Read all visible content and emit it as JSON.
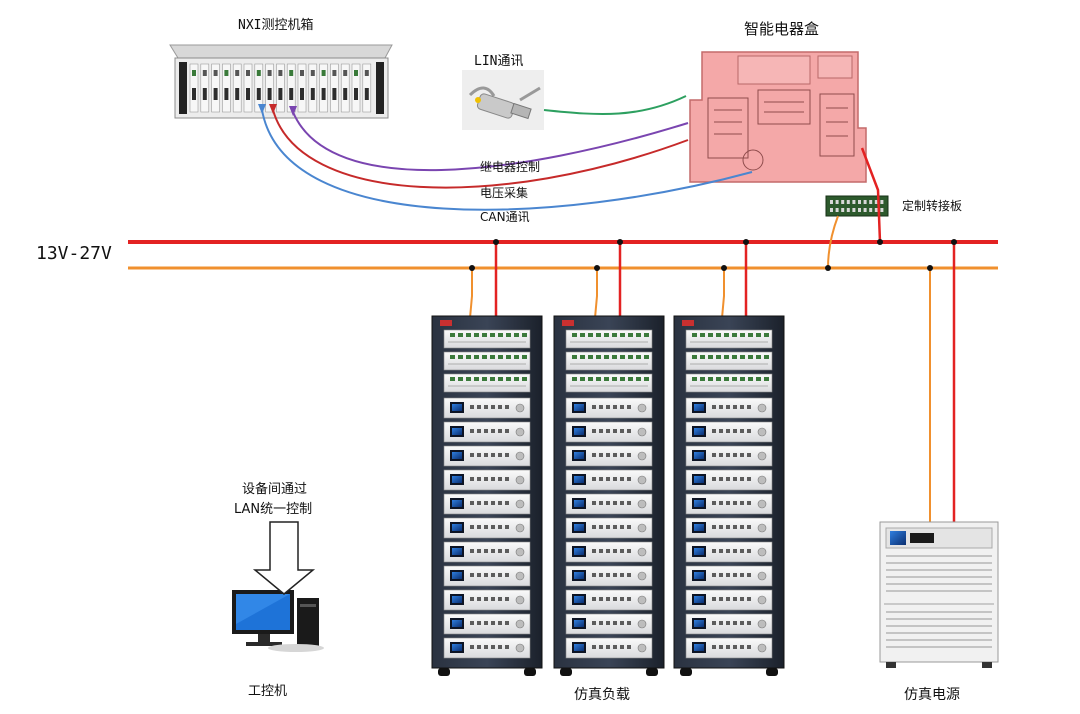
{
  "labels": {
    "nxi_chassis": "NXI测控机箱",
    "lin_comm": "LIN通讯",
    "smart_box": "智能电器盒",
    "relay_control": "继电器控制",
    "voltage_acq": "电压采集",
    "can_comm": "CAN通讯",
    "adapter_board": "定制转接板",
    "voltage_range": "13V-27V",
    "lan_line1": "设备间通过",
    "lan_line2": "LAN统一控制",
    "ipc": "工控机",
    "sim_load": "仿真负载",
    "sim_power": "仿真电源"
  },
  "colors": {
    "power_bus": "#e32222",
    "signal_bus": "#f0902e",
    "relay_line": "#7a45b0",
    "voltage_line": "#c62a2a",
    "can_line": "#4a86d0",
    "lin_line": "#2da060",
    "smart_box_fill": "#f4a8a8",
    "rack_frame": "#1f2530"
  }
}
